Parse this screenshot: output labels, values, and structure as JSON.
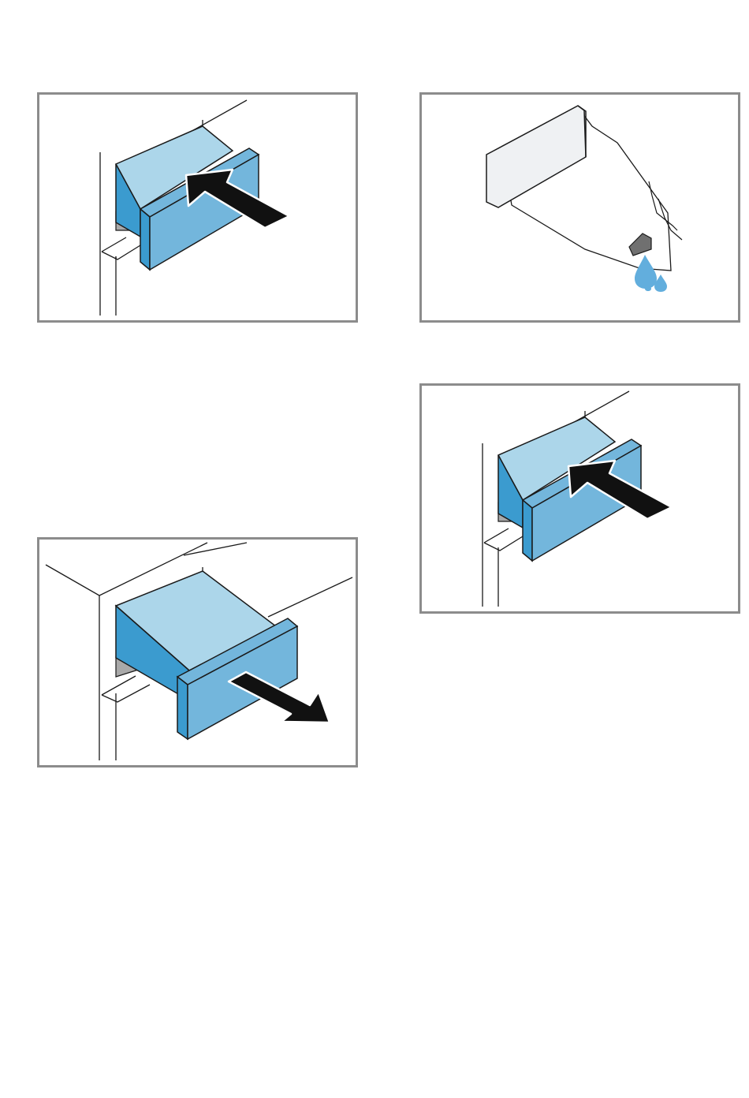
{
  "page": {
    "background": "#ffffff"
  },
  "colors": {
    "frame": "#8c8c8c",
    "outline": "#1a1a1a",
    "drawer_top": "#acd6ea",
    "drawer_side": "#3b9bcf",
    "drawer_front": "#73b6dc",
    "cavity": "#a9a9a9",
    "insert_face": "#eff1f3",
    "siphon_cap": "#707070",
    "water": "#62aedd",
    "arrow": "#111111"
  },
  "panels": [
    {
      "id": "insert-drawer-step-1",
      "illustration": "drawer-push-in",
      "arrow": "push-in"
    },
    {
      "id": "siphon-insert-drip",
      "illustration": "siphon-insert-with-water-drops"
    },
    {
      "id": "insert-drawer-step-2",
      "illustration": "drawer-push-in",
      "arrow": "push-in"
    },
    {
      "id": "remove-drawer",
      "illustration": "drawer-pull-out",
      "arrow": "pull-out"
    }
  ]
}
